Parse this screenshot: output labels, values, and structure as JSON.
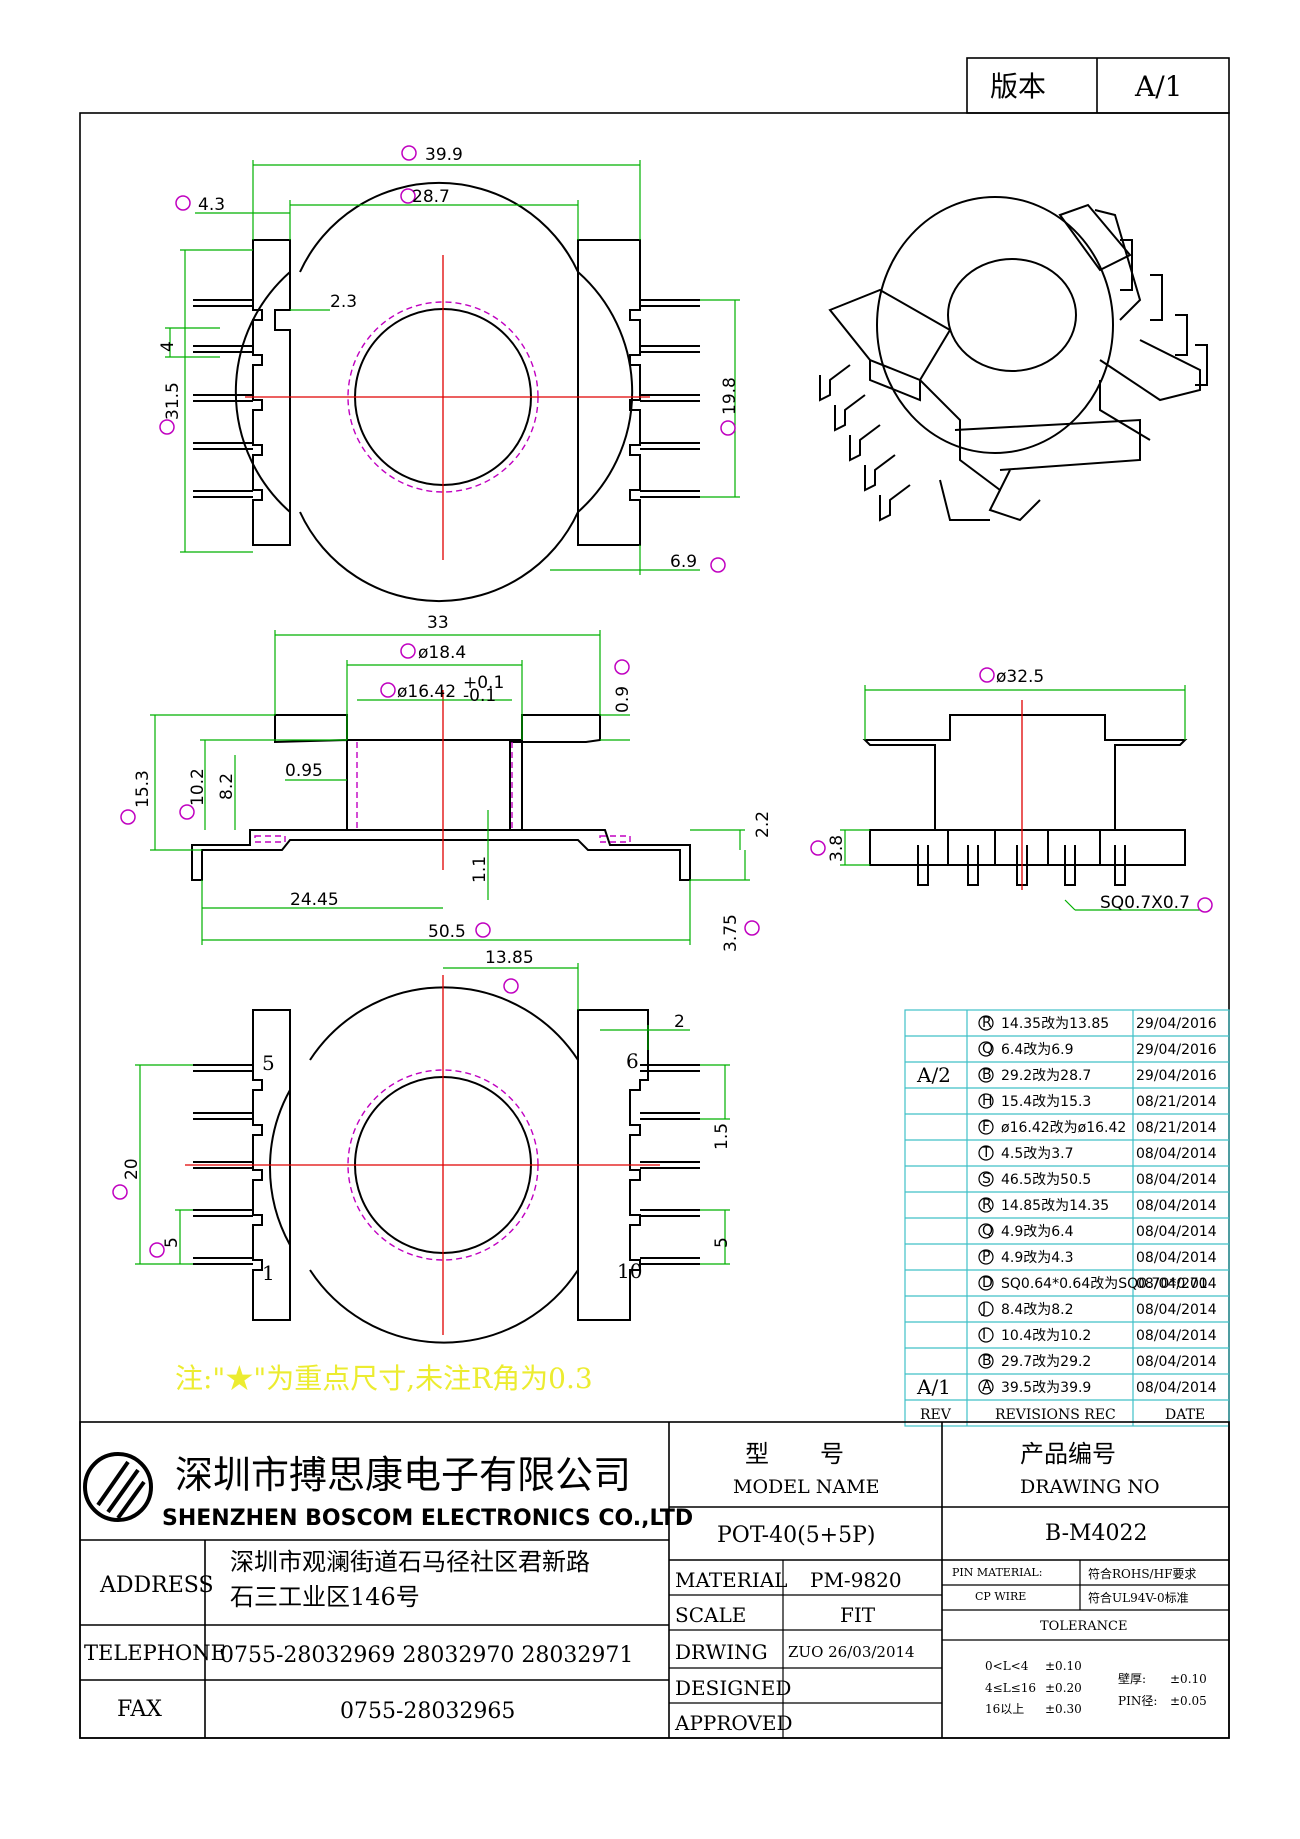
{
  "version": {
    "label": "版本",
    "value": "A/1"
  },
  "dimensions": {
    "top_view": {
      "overall_width": "39.9",
      "flange_offset": "4.3",
      "inner_width": "28.7",
      "slot": "2.3",
      "pin_pitch": "4",
      "pin_span": "31.5",
      "pin_span_right": "19.8",
      "pin_offset": "6.9"
    },
    "front_view": {
      "width": "33",
      "core_dia": "ø18.4",
      "bore_dia": "ø16.42",
      "bore_tol_plus": "+0.1",
      "bore_tol_minus": "-0.1",
      "flange_thk": "0.9",
      "wall": "0.95",
      "height": "15.3",
      "winding_h": "10.2",
      "winding_h2": "8.2",
      "base_thk": "2.2",
      "base_gap": "1.1",
      "pin_half": "24.45",
      "pin_span": "50.5",
      "pin_len": "3.75"
    },
    "side_view": {
      "dia": "ø32.5",
      "base_h": "3.8",
      "pin_section": "SQ0.7X0.7"
    },
    "bottom_view": {
      "offset": "13.85",
      "step": "2",
      "span": "20",
      "pitch_left": "5",
      "pitch_mid": "1.5",
      "pitch_right": "5",
      "pin_1": "1",
      "pin_5": "5",
      "pin_6": "6",
      "pin_10": "10"
    }
  },
  "note": "注:\"★\"为重点尺寸,未注R角为0.3",
  "revisions": {
    "rows": [
      {
        "rev": "",
        "mark": "R",
        "change": "14.35改为13.85",
        "date": "29/04/2016"
      },
      {
        "rev": "",
        "mark": "Q",
        "change": "6.4改为6.9",
        "date": "29/04/2016"
      },
      {
        "rev": "A/2",
        "mark": "B",
        "change": "29.2改为28.7",
        "date": "29/04/2016"
      },
      {
        "rev": "",
        "mark": "H",
        "change": "15.4改为15.3",
        "date": "08/21/2014"
      },
      {
        "rev": "",
        "mark": "F",
        "change": "ø16.42改为ø16.42",
        "date": "08/21/2014"
      },
      {
        "rev": "",
        "mark": "T",
        "change": "4.5改为3.7",
        "date": "08/04/2014"
      },
      {
        "rev": "",
        "mark": "S",
        "change": "46.5改为50.5",
        "date": "08/04/2014"
      },
      {
        "rev": "",
        "mark": "R",
        "change": "14.85改为14.35",
        "date": "08/04/2014"
      },
      {
        "rev": "",
        "mark": "Q",
        "change": "4.9改为6.4",
        "date": "08/04/2014"
      },
      {
        "rev": "",
        "mark": "P",
        "change": "4.9改为4.3",
        "date": "08/04/2014"
      },
      {
        "rev": "",
        "mark": "D",
        "change": "SQ0.64*0.64改为SQ0.70*0.70",
        "date": "08/04/2014"
      },
      {
        "rev": "",
        "mark": "J",
        "change": "8.4改为8.2",
        "date": "08/04/2014"
      },
      {
        "rev": "",
        "mark": "I",
        "change": "10.4改为10.2",
        "date": "08/04/2014"
      },
      {
        "rev": "",
        "mark": "B",
        "change": "29.7改为29.2",
        "date": "08/04/2014"
      },
      {
        "rev": "A/1",
        "mark": "A",
        "change": "39.5改为39.9",
        "date": "08/04/2014"
      }
    ],
    "header": {
      "rev": "REV",
      "rec": "REVISIONS REC",
      "date": "DATE"
    }
  },
  "title_block": {
    "company_cn": "深圳市搏思康电子有限公司",
    "company_en": "SHENZHEN BOSCOM ELECTRONICS CO.,LTD",
    "address_label": "ADDRESS",
    "address_line1": "深圳市观澜街道石马径社区君新路",
    "address_line2": "石三工业区146号",
    "telephone_label": "TELEPHONE",
    "telephone": "0755-28032969 28032970 28032971",
    "fax_label": "FAX",
    "fax": "0755-28032965",
    "model_cn_1": "型",
    "model_cn_2": "号",
    "model_en": "MODEL NAME",
    "model_value": "POT-40(5+5P)",
    "drawing_no_cn": "产品编号",
    "drawing_no_en": "DRAWING NO",
    "drawing_no_value": "B-M4022",
    "material_label": "MATERIAL",
    "material_value": "PM-9820",
    "scale_label": "SCALE",
    "scale_value": "FIT",
    "drawing_label": "DRWING",
    "drawing_value": "ZUO 26/03/2014",
    "designed_label": "DESIGNED",
    "approved_label": "APPROVED",
    "pin_material_label": "PIN MATERIAL:",
    "pin_material_value": "符合ROHS/HF要求",
    "cp_wire_label": "CP WIRE",
    "cp_wire_value": "符合UL94V-0标准",
    "tolerance_label": "TOLERANCE",
    "tol_1_range": "0<L<4",
    "tol_1_value": "±0.10",
    "tol_2_range": "4≤L≤16",
    "tol_2_value": "±0.20",
    "tol_3_range": "16以上",
    "tol_3_value": "±0.30",
    "wall_label": "壁厚:",
    "wall_value": "±0.10",
    "pin_dia_label": "PIN径:",
    "pin_dia_value": "±0.05"
  }
}
